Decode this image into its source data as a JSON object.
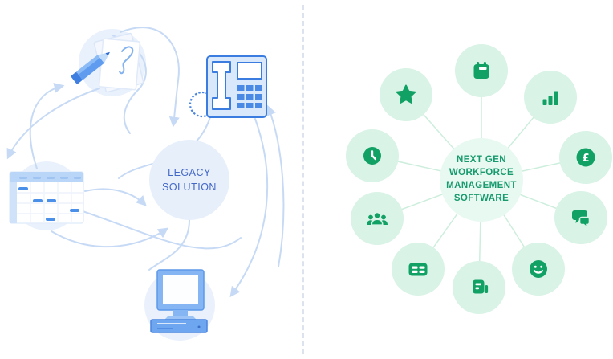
{
  "left": {
    "label_line1": "LEGACY",
    "label_line2": "SOLUTION",
    "icon_names": [
      "pencil-and-paper-icon",
      "telephone-icon",
      "schedule-table-icon",
      "desktop-computer-icon"
    ],
    "arrow_style": "tangled curved arrows"
  },
  "right": {
    "label_lines": {
      "l1": "NEXT GEN",
      "l2": "WORKFORCE",
      "l3": "MANAGEMENT",
      "l4": "SOFTWARE"
    },
    "satellite_icons": [
      "calendar-icon",
      "star-icon",
      "bar-chart-icon",
      "clock-icon",
      "pound-icon",
      "people-icon",
      "chat-icon",
      "table-icon",
      "report-icon",
      "smiley-icon"
    ]
  },
  "colors": {
    "legacy_text": "#4468c6",
    "legacy_circle_bg": "#e7effb",
    "legacy_icon_blue": "#3b7ce0",
    "arrow_blue": "#c7daf5",
    "divider": "#dce3ee",
    "nextgen_text": "#169a6e",
    "icon_green": "#12a164",
    "satellite_bg": "#d9f3e6",
    "center_bg": "#e8f9f1",
    "spoke_green": "#cdeedd"
  }
}
